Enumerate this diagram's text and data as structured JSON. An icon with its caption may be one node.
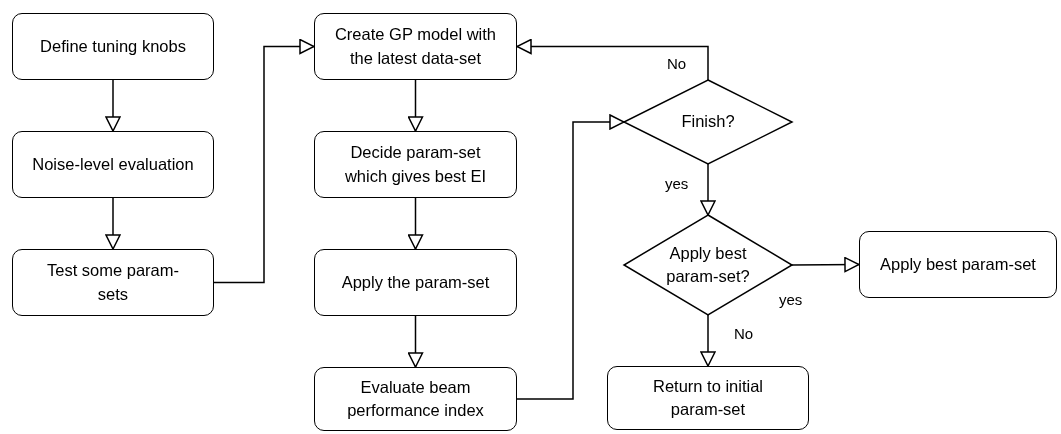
{
  "diagram": {
    "nodes": [
      {
        "text": [
          "Define tuning knobs"
        ]
      },
      {
        "text": [
          "Noise-level evaluation"
        ]
      },
      {
        "text": [
          "Test some param-sets"
        ]
      },
      {
        "text": [
          "Create GP model with the latest data-set"
        ]
      },
      {
        "text": [
          "Decide param-set which gives best EI"
        ]
      },
      {
        "text": [
          "Apply the param-set"
        ]
      },
      {
        "text": [
          "Evaluate beam performance index"
        ]
      },
      {
        "text": [
          "Finish?"
        ]
      },
      {
        "text": [
          "Apply best param-set?"
        ]
      },
      {
        "text": [
          "Apply best param-set"
        ]
      },
      {
        "text": [
          "Return to initial param-set"
        ]
      }
    ],
    "edges": [
      {
        "from": 0,
        "to": 1,
        "arrow": "to"
      },
      {
        "from": 1,
        "to": 2,
        "arrow": "to"
      },
      {
        "from": 2,
        "to": 3,
        "arrow": "to"
      },
      {
        "from": 3,
        "to": 4,
        "arrow": "to"
      },
      {
        "from": 4,
        "to": 5,
        "arrow": "to"
      },
      {
        "from": 5,
        "to": 6,
        "arrow": "to"
      },
      {
        "from": 6,
        "to": 7,
        "arrow": "to"
      },
      {
        "from": 7,
        "to": 3,
        "arrow": "to",
        "label": "No"
      },
      {
        "from": 7,
        "to": 8,
        "arrow": "to",
        "label": "yes"
      },
      {
        "from": 8,
        "to": 9,
        "arrow": "to",
        "label": "yes"
      },
      {
        "from": 8,
        "to": 10,
        "arrow": "to",
        "label": "No"
      }
    ]
  }
}
